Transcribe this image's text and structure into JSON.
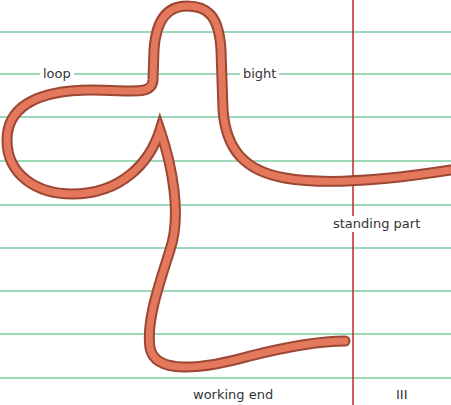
{
  "diagram": {
    "labels": [
      "loop",
      "bight",
      "standing part",
      "working end",
      "III"
    ]
  }
}
